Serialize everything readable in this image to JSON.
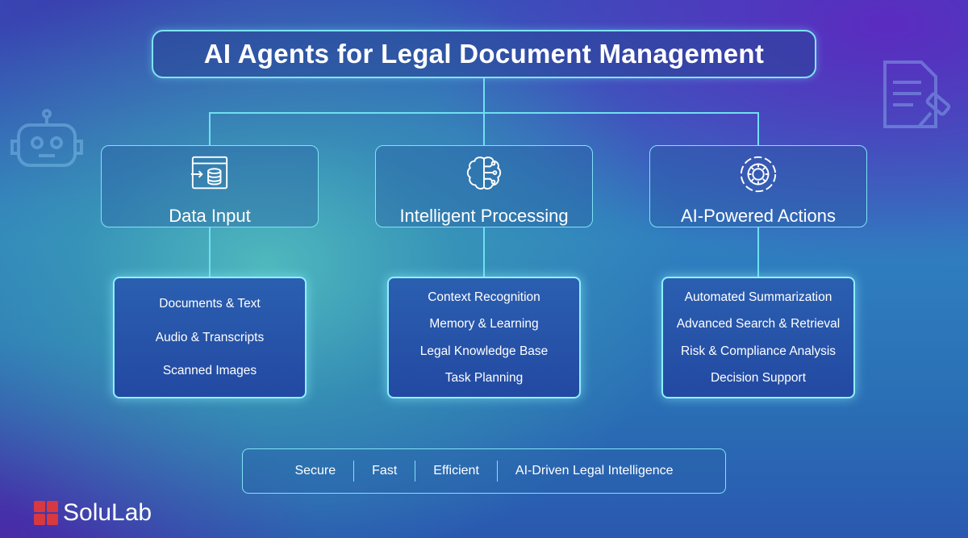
{
  "title": "AI Agents for Legal Document Management",
  "categories": [
    {
      "label": "Data Input",
      "icon": "data-input-icon",
      "items": [
        "Documents & Text",
        "Audio & Transcripts",
        "Scanned Images"
      ]
    },
    {
      "label": "Intelligent Processing",
      "icon": "brain-icon",
      "items": [
        "Context Recognition",
        "Memory & Learning",
        "Legal Knowledge Base",
        "Task Planning"
      ]
    },
    {
      "label": "AI-Powered Actions",
      "icon": "gear-icon",
      "items": [
        "Automated Summarization",
        "Advanced Search & Retrieval",
        "Risk & Compliance Analysis",
        "Decision Support"
      ]
    }
  ],
  "footer_bar": [
    "Secure",
    "Fast",
    "Efficient",
    "AI-Driven Legal Intelligence"
  ],
  "brand": {
    "name": "SoluLab",
    "accent": "#d8383f"
  }
}
